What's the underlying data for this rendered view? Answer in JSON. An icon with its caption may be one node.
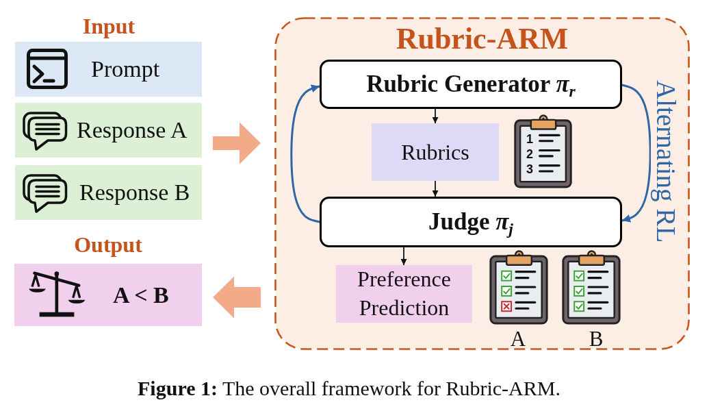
{
  "diagram": {
    "caption": "**Figure 1:** The overall framework for Rubric-ARM.",
    "nodes": [
      {
        "text": [
          "Prompt"
        ]
      },
      {
        "text": [
          "Response A"
        ]
      },
      {
        "text": [
          "Response B"
        ]
      },
      {
        "text": [
          "A < B"
        ]
      },
      {
        "text": [
          "Rubric-ARM"
        ]
      },
      {
        "text": [
          "Rubric Generator *π*$_{r}$"
        ],
        "in": 4
      },
      {
        "text": [
          "Rubrics"
        ],
        "in": 4
      },
      {
        "text": [
          "Judge *π*$_{j}$"
        ],
        "in": 4
      },
      {
        "text": [
          "Preference Prediction"
        ],
        "in": 4
      }
    ],
    "edges": [
      {
        "from": 1,
        "to": 4,
        "arrow": "to",
        "style": "thick",
        "color": "#f2aa88"
      },
      {
        "from": 5,
        "to": 6,
        "arrow": "to"
      },
      {
        "from": 6,
        "to": 7,
        "arrow": "to"
      },
      {
        "from": 7,
        "to": 8,
        "arrow": "to"
      },
      {
        "from": 7,
        "to": 5,
        "arrow": "to",
        "color": "#2e67a4"
      },
      {
        "from": 5,
        "to": 7,
        "arrow": "to",
        "label": "Alternating RL",
        "color": "#2e67a4"
      },
      {
        "from": 4,
        "to": 3,
        "arrow": "to",
        "style": "thick",
        "color": "#f2aa88"
      }
    ],
    "labels": [
      "Input",
      "Output",
      "1",
      "2",
      "3",
      "A",
      "B"
    ]
  }
}
